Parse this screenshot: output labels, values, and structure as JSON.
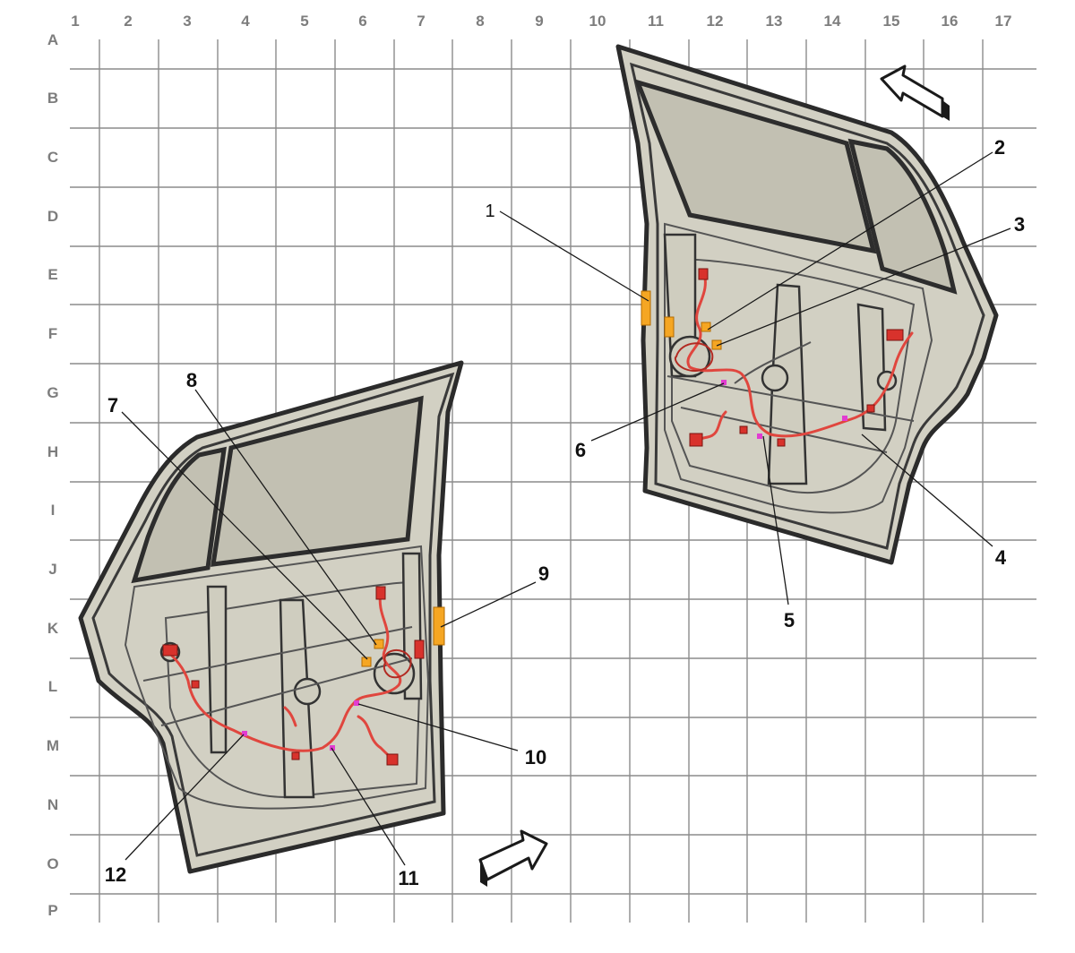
{
  "grid": {
    "columns": [
      "1",
      "2",
      "3",
      "4",
      "5",
      "6",
      "7",
      "8",
      "9",
      "10",
      "11",
      "12",
      "13",
      "14",
      "15",
      "16",
      "17"
    ],
    "rows": [
      "A",
      "B",
      "C",
      "D",
      "E",
      "F",
      "G",
      "H",
      "I",
      "J",
      "K",
      "L",
      "M",
      "N",
      "O",
      "P"
    ]
  },
  "callouts": {
    "c1": "1",
    "c2": "2",
    "c3": "3",
    "c4": "4",
    "c5": "5",
    "c6": "6",
    "c7": "7",
    "c8": "8",
    "c9": "9",
    "c10": "10",
    "c11": "11",
    "c12": "12"
  },
  "colors": {
    "harness": "#e0463e",
    "connector_red": "#d8322c",
    "connector_orange": "#f5a623",
    "connector_magenta": "#e23cd1",
    "door_panel": "#d2d0c3",
    "glass": "#c2c0b2",
    "grid": "#8c8c8c"
  },
  "icons": {
    "front_arrow_top": "vehicle-front-arrow-icon",
    "front_arrow_bottom": "vehicle-front-arrow-icon"
  }
}
